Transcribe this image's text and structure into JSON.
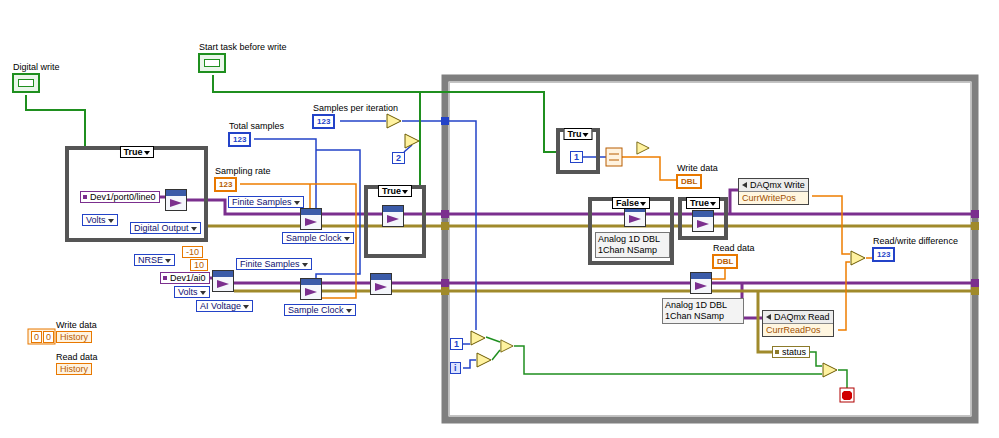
{
  "diagram": {
    "nodes": [
      {
        "text": [
          "Digital write"
        ]
      },
      {
        "text": [
          "Start task before write"
        ]
      },
      {
        "text": [
          "Samples per iteration",
          "123"
        ]
      },
      {
        "text": [
          "Total samples",
          "123"
        ]
      },
      {
        "text": [
          "True"
        ]
      },
      {
        "text": [
          "Dev1/port0/line0"
        ],
        "in": 4
      },
      {
        "text": [
          "Volts"
        ],
        "in": 4
      },
      {
        "text": [
          "Digital Output"
        ],
        "in": 4
      },
      {
        "text": [
          "Sampling rate",
          "123"
        ]
      },
      {
        "text": [
          "Finite Samples"
        ]
      },
      {
        "text": [
          "Sample Clock"
        ]
      },
      {
        "text": [
          "NRSE"
        ]
      },
      {
        "text": [
          "-10"
        ]
      },
      {
        "text": [
          "10"
        ]
      },
      {
        "text": [
          "Dev1/ai0"
        ]
      },
      {
        "text": [
          "Volts"
        ]
      },
      {
        "text": [
          "AI Voltage"
        ]
      },
      {
        "text": [
          "Finite Samples"
        ]
      },
      {
        "text": [
          "Sample Clock"
        ]
      },
      {
        "text": [
          "True"
        ]
      },
      {
        "text": [
          "Tru"
        ]
      },
      {
        "text": [
          "1"
        ],
        "in": 20
      },
      {
        "text": [
          "Write data",
          "DBL"
        ]
      },
      {
        "text": [
          "False"
        ]
      },
      {
        "text": [
          "Analog 1D DBL 1Chan NSamp"
        ],
        "in": 23
      },
      {
        "text": [
          "True"
        ]
      },
      {
        "text": [
          "Read data",
          "DBL"
        ]
      },
      {
        "text": [
          "Analog 1D DBL 1Chan NSamp"
        ]
      },
      {
        "text": [
          "DAQmx Write",
          "CurrWritePos"
        ]
      },
      {
        "text": [
          "Read/write difference",
          "123"
        ]
      },
      {
        "text": [
          "DAQmx Read",
          "CurrReadPos"
        ]
      },
      {
        "text": [
          "status"
        ]
      },
      {
        "text": [
          "1"
        ]
      },
      {
        "text": [
          "2"
        ]
      },
      {
        "text": [
          "Write data",
          "History"
        ]
      },
      {
        "text": [
          "Read data",
          "History"
        ]
      },
      {
        "text": [
          "i"
        ]
      }
    ],
    "edges": [
      {
        "from": 0,
        "to": 4,
        "arrow": "none"
      },
      {
        "from": 1,
        "to": 19,
        "arrow": "none"
      },
      {
        "from": 1,
        "to": 20,
        "arrow": "none"
      }
    ],
    "labels": [
      "0",
      "0"
    ]
  }
}
